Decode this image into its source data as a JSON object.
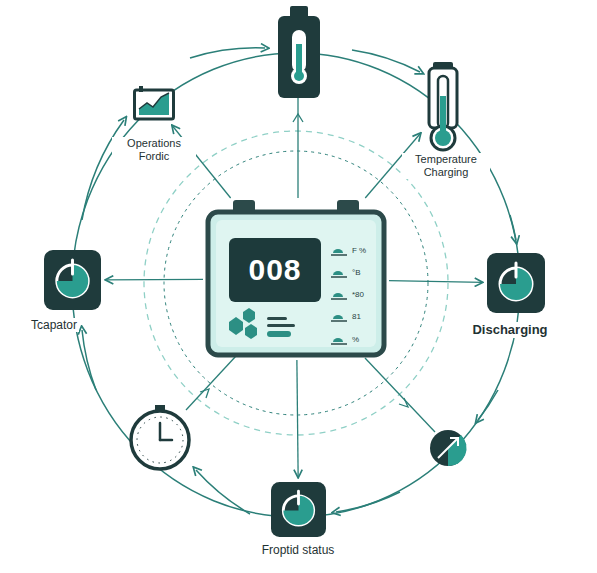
{
  "diagram": {
    "nodes": [
      {
        "text": [
          "008"
        ]
      },
      {
        "text": [
          "Operations Fordic"
        ]
      },
      {
        "text": [
          "Temperature Charging"
        ]
      },
      {
        "text": [
          "Tcapator"
        ]
      },
      {
        "text": [
          "Discharging"
        ]
      },
      {
        "text": [
          "Froptid status"
        ]
      }
    ],
    "edges": [
      {
        "from": 0,
        "to": 1,
        "arrow": "to"
      },
      {
        "from": 0,
        "to": 2,
        "arrow": "to"
      },
      {
        "from": 0,
        "to": 3,
        "arrow": "to"
      },
      {
        "from": 0,
        "to": 4,
        "arrow": "to"
      },
      {
        "from": 0,
        "to": 5,
        "arrow": "to"
      }
    ],
    "labels": [
      "F %",
      "°B",
      "*80",
      "81",
      "%"
    ]
  }
}
